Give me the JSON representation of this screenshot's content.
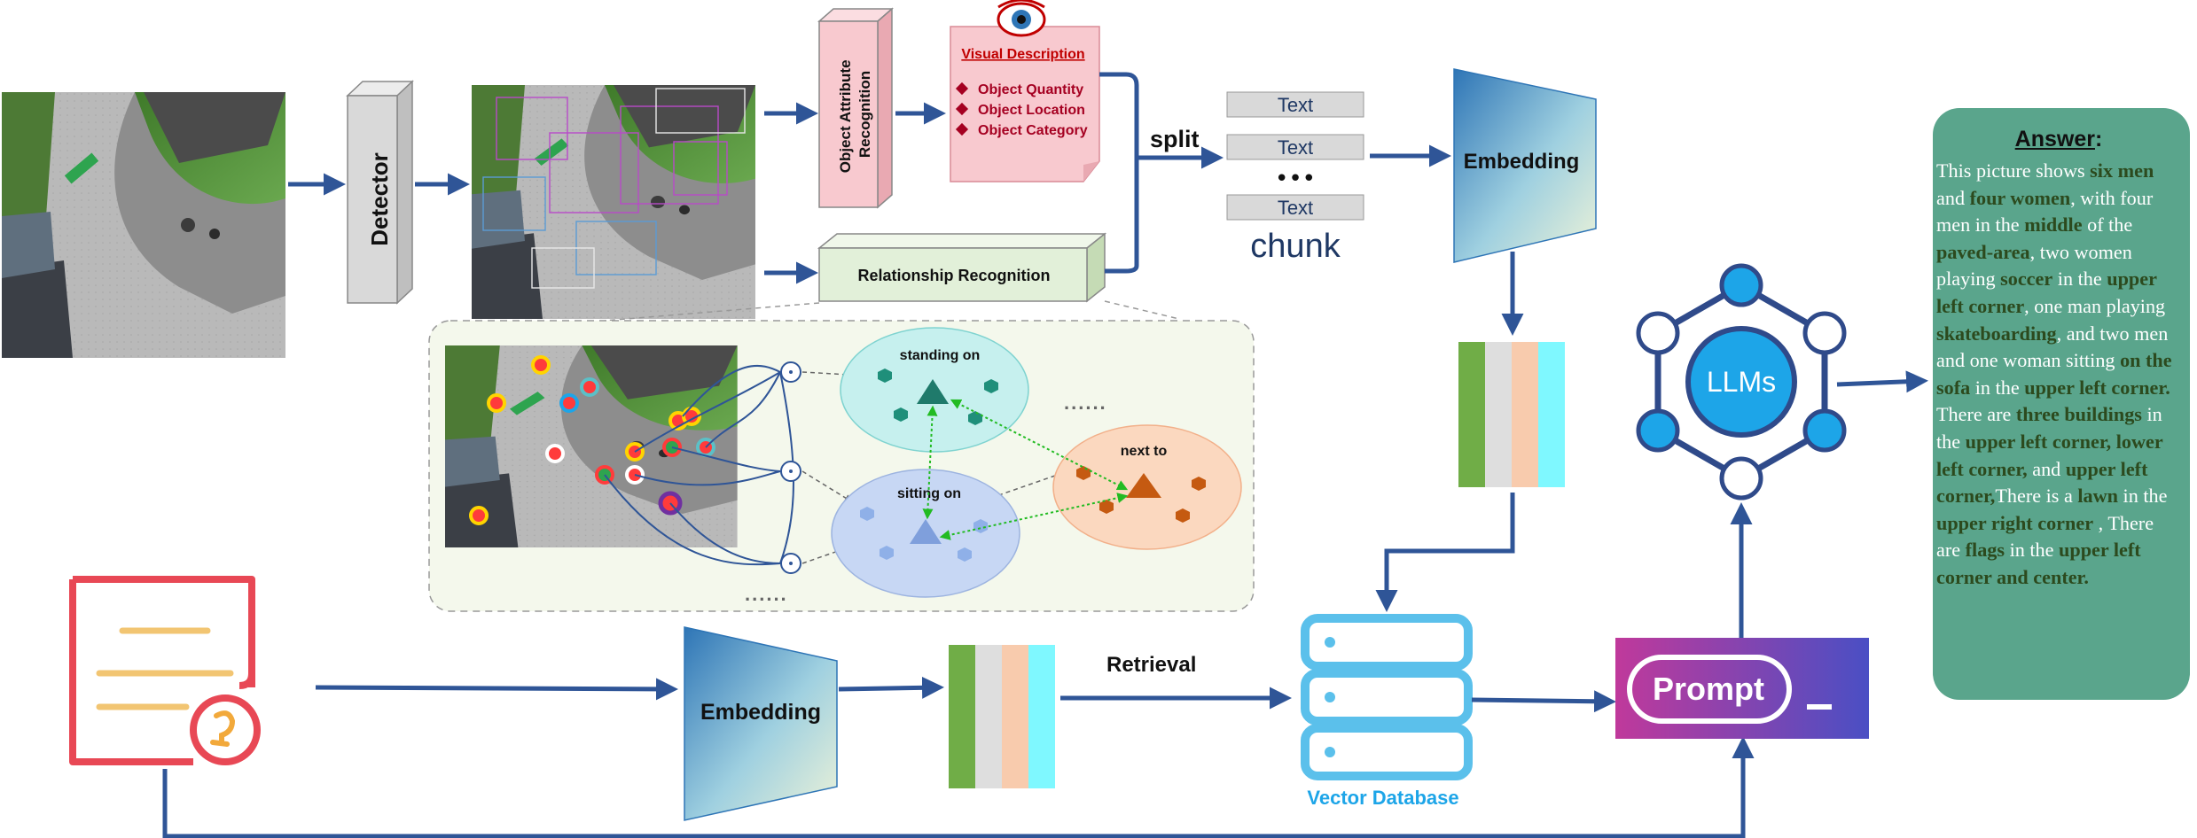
{
  "labels": {
    "detector": "Detector",
    "object_attribute_recognition": "Object Attribute Recognition",
    "visual_description": "Visual Description",
    "attributes": [
      "Object Quantity",
      "Object Location",
      "Object Category"
    ],
    "relationship_recognition": "Relationship Recognition",
    "split": "split",
    "chunk_items": [
      "Text",
      "Text",
      "Text"
    ],
    "ellipsis": "•••",
    "chunk": "chunk",
    "embedding_top": "Embedding",
    "embedding_bottom": "Embedding",
    "retrieval": "Retrieval",
    "vector_database": "Vector Database",
    "prompt": "Prompt",
    "llms": "LLMs",
    "standing_on": "standing on",
    "sitting_on": "sitting on",
    "next_to": "next to",
    "dots_a": "......",
    "dots_b": "......"
  },
  "answer": {
    "title": "Answer",
    "title_colon": ":",
    "segments": [
      {
        "t": "This picture shows ",
        "k": false
      },
      {
        "t": "six men",
        "k": true
      },
      {
        "t": " and ",
        "k": false
      },
      {
        "t": "four women",
        "k": true
      },
      {
        "t": ", with four men in the ",
        "k": false
      },
      {
        "t": "middle",
        "k": true
      },
      {
        "t": " of the ",
        "k": false
      },
      {
        "t": "paved-area",
        "k": true
      },
      {
        "t": ", two women playing ",
        "k": false
      },
      {
        "t": "soccer",
        "k": true
      },
      {
        "t": " in the ",
        "k": false
      },
      {
        "t": "upper left corner",
        "k": true
      },
      {
        "t": ", one man playing ",
        "k": false
      },
      {
        "t": "skateboarding",
        "k": true
      },
      {
        "t": ", and two men and one woman sitting ",
        "k": false
      },
      {
        "t": "on the sofa",
        "k": true
      },
      {
        "t": " in the ",
        "k": false
      },
      {
        "t": "upper left corner.",
        "k": true
      },
      {
        "t": " There are ",
        "k": false
      },
      {
        "t": "three buildings",
        "k": true
      },
      {
        "t": " in the ",
        "k": false
      },
      {
        "t": "upper left corner, lower left corner,",
        "k": true
      },
      {
        "t": " and ",
        "k": false
      },
      {
        "t": "upper left corner,",
        "k": true
      },
      {
        "t": "There is a ",
        "k": false
      },
      {
        "t": "lawn",
        "k": true
      },
      {
        "t": " in the ",
        "k": false
      },
      {
        "t": "upper right corner",
        "k": true
      },
      {
        "t": " , There are ",
        "k": false
      },
      {
        "t": "flags",
        "k": true
      },
      {
        "t": " in the ",
        "k": false
      },
      {
        "t": "upper left corner and center.",
        "k": true
      }
    ]
  },
  "colors": {
    "arrow": "#2f5597",
    "answer_bg": "#5aa58c",
    "answer_keyword": "#2c4a1e",
    "detector_fill": "#d9d9d9",
    "attr_box_fill": "#f8c9cf",
    "visual_desc_title": "#c00000",
    "bullet": "#a50021",
    "relation_box_fill": "#e2f0d9",
    "vector_db": "#5bc0eb",
    "prompt_gradient_start": "#c0399b",
    "prompt_gradient_end": "#4a4fc4",
    "llm_node": "#1da5e8",
    "vector_stripes": [
      "#70ad47",
      "#dedede",
      "#f8cbad",
      "#7ff8ff"
    ],
    "doc_icon": "#e84855",
    "doc_lines": "#f2c572"
  }
}
